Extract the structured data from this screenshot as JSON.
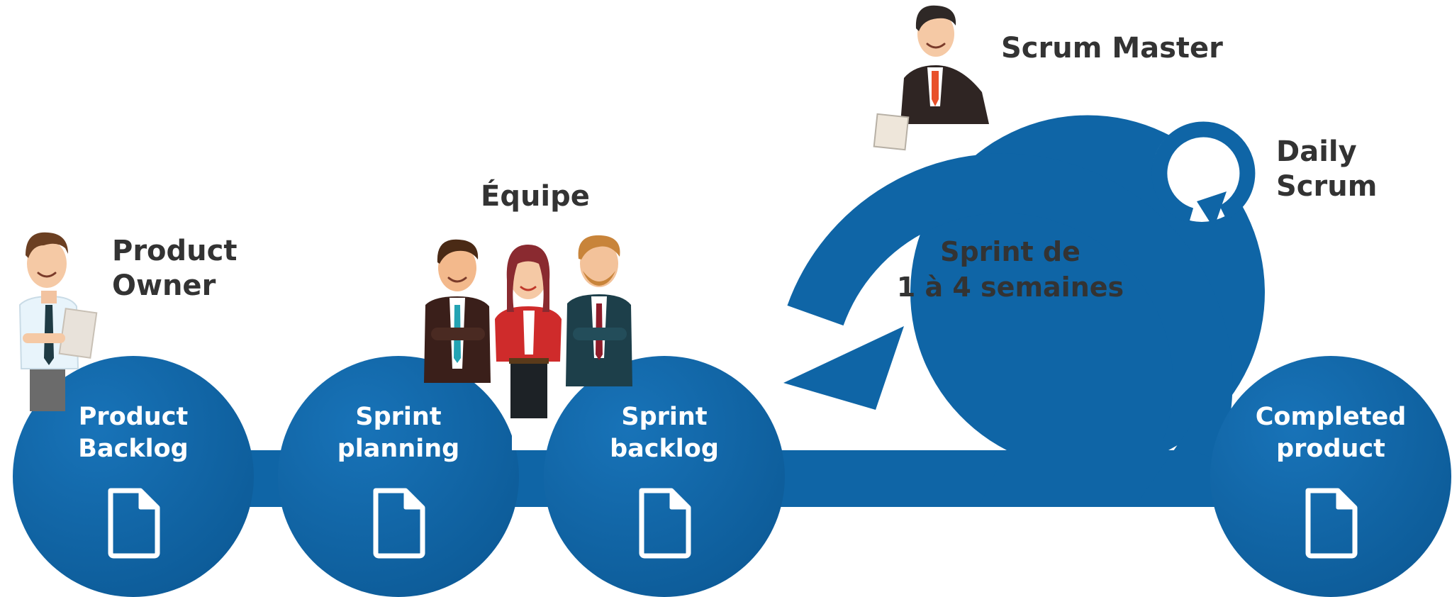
{
  "roles": {
    "product_owner": [
      "Product",
      "Owner"
    ],
    "team": "Équipe",
    "scrum_master": "Scrum Master",
    "daily_scrum": [
      "Daily",
      "Scrum"
    ]
  },
  "sprint": [
    "Sprint de",
    "1 à 4 semaines"
  ],
  "steps": [
    {
      "lines": [
        "Product",
        "Backlog"
      ],
      "icon": "document-icon"
    },
    {
      "lines": [
        "Sprint",
        "planning"
      ],
      "icon": "document-icon"
    },
    {
      "lines": [
        "Sprint",
        "backlog"
      ],
      "icon": "document-icon"
    },
    {
      "lines": [
        "Completed",
        "product"
      ],
      "icon": "document-icon"
    }
  ],
  "colors": {
    "primary": "#0f65a6",
    "primary_dark": "#0b4f86",
    "text": "#333333",
    "white": "#ffffff"
  }
}
